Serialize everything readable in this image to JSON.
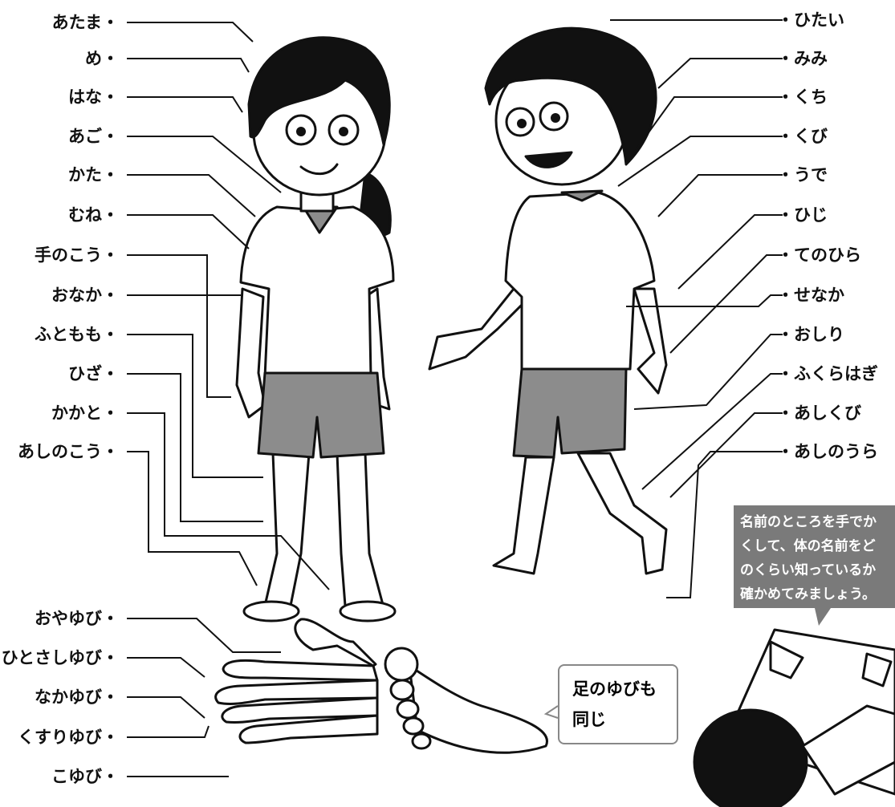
{
  "left_labels": [
    "あたま",
    "め",
    "はな",
    "あご",
    "かた",
    "むね",
    "手のこう",
    "おなか",
    "ふともも",
    "ひざ",
    "かかと",
    "あしのこう"
  ],
  "right_labels": [
    "ひたい",
    "みみ",
    "くち",
    "くび",
    "うで",
    "ひじ",
    "てのひら",
    "せなか",
    "おしり",
    "ふくらはぎ",
    "あしくび",
    "あしのうら"
  ],
  "hand_labels": [
    "おやゆび",
    "ひとさしゆび",
    "なかゆび",
    "くすりゆび",
    "こゆび"
  ],
  "note_lines": [
    "名前のところを手でか",
    "くして、体の名前をど",
    "のくらい知っているか",
    "確かめてみましょう。"
  ],
  "bubble_lines": [
    "足のゆびも",
    "同じ"
  ],
  "colors": {
    "ink": "#111111",
    "gray_box": "#7a7a7a",
    "shorts": "#8c8c8c",
    "hair": "#111111"
  }
}
